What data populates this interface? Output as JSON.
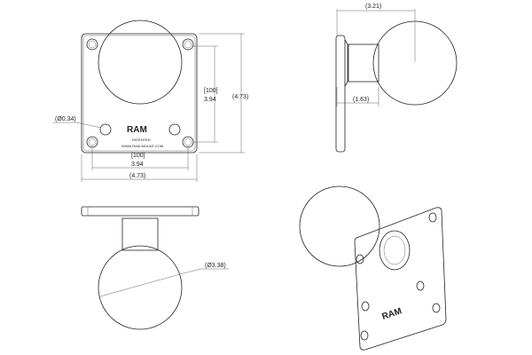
{
  "drawing": {
    "front_view": {
      "hole_spacing_mm": "[100]",
      "hole_spacing_in": "3.94",
      "plate_height": "(4.73)",
      "plate_width": "(4.73)",
      "hole_diameter": "(Ø0.34)",
      "logo": "RAM",
      "patented": "PATENTED",
      "website": "WWW.RAM-MOUNT.COM"
    },
    "side_view": {
      "overall_depth": "(3.21)",
      "neck_depth": "(1.63)"
    },
    "bottom_view": {
      "ball_diameter": "(Ø3.38)"
    }
  }
}
